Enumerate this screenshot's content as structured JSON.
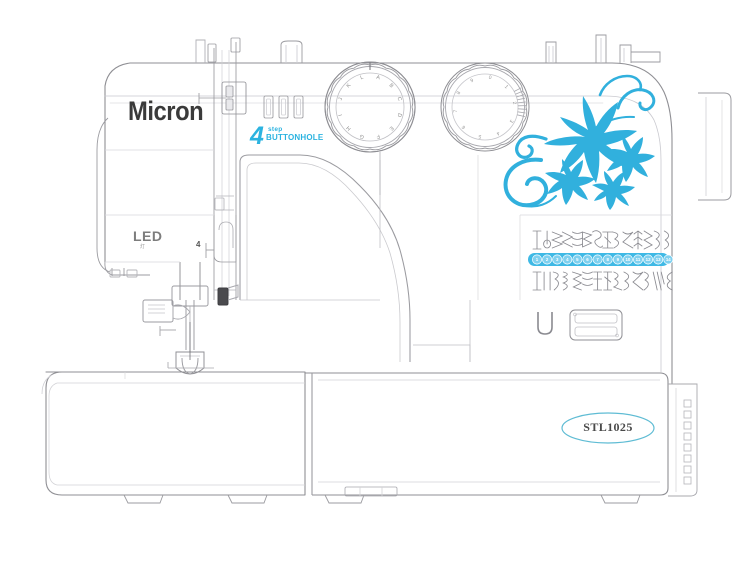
{
  "product": {
    "brand": "Micron",
    "model": "STL1025",
    "type": "sewing-machine-technical-illustration"
  },
  "labels": {
    "buttonhole_number": "4",
    "buttonhole_step": "step",
    "buttonhole_word": "BUTTONHOLE",
    "led": "LED",
    "led_sub": "灯",
    "marker_4": "4"
  },
  "colors": {
    "accent": "#2bb3e0",
    "accent_light": "#62c9ea",
    "outline": "#8f8f94",
    "outline_light": "#c9c9cf",
    "text_dark": "#3a3a3a",
    "text_gray": "#7d7d7d",
    "background": "#ffffff"
  },
  "stitch_selector_dial": {
    "name": "stitch-pattern-dial",
    "characters": [
      "A",
      "B",
      "C",
      "D",
      "E",
      "F",
      "G",
      "H",
      "I",
      "J",
      "K",
      "L"
    ]
  },
  "tension_dial": {
    "name": "stitch-length-dial",
    "characters": [
      "0",
      "1",
      "2",
      "3",
      "4",
      "5",
      "6",
      "7",
      "8",
      "9"
    ]
  },
  "stitch_chart": {
    "numbers": [
      "1",
      "2",
      "3",
      "4",
      "5",
      "6",
      "7",
      "8",
      "9",
      "10",
      "11",
      "12",
      "13",
      "14"
    ],
    "row_top_count": 14,
    "row_bottom_count": 14,
    "highlight_color": "#3fb9e5"
  },
  "controls": {
    "reverse_lever": "reverse-stitch-lever",
    "face_button": "control-panel-button",
    "handwheel": "handwheel",
    "spool_pins": 2,
    "bobbin_winder": "bobbin-winder",
    "thread_guide": "thread-guide",
    "presser_foot": "presser-foot",
    "needle": "needle",
    "free_arm": "free-arm",
    "extension_table": "extension-table",
    "vents": 8,
    "feet": 4
  }
}
